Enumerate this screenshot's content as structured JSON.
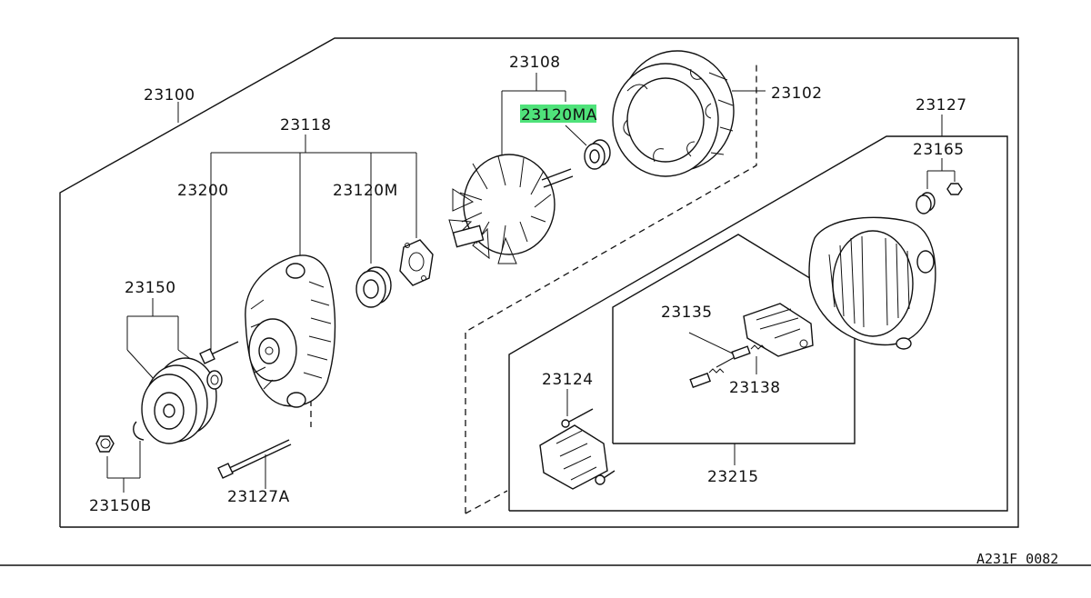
{
  "diagram": {
    "reference_code": "A231F 0082",
    "highlight_color": "#4fe27a",
    "highlighted_part": "23120MA",
    "labels": {
      "p23100": "23100",
      "p23108": "23108",
      "p23120MA": "23120MA",
      "p23102": "23102",
      "p23127": "23127",
      "p23118": "23118",
      "p23165": "23165",
      "p23200": "23200",
      "p23120M": "23120M",
      "p23150": "23150",
      "p23135": "23135",
      "p23124": "23124",
      "p23138": "23138",
      "p23215": "23215",
      "p23127A": "23127A",
      "p23150B": "23150B"
    }
  }
}
